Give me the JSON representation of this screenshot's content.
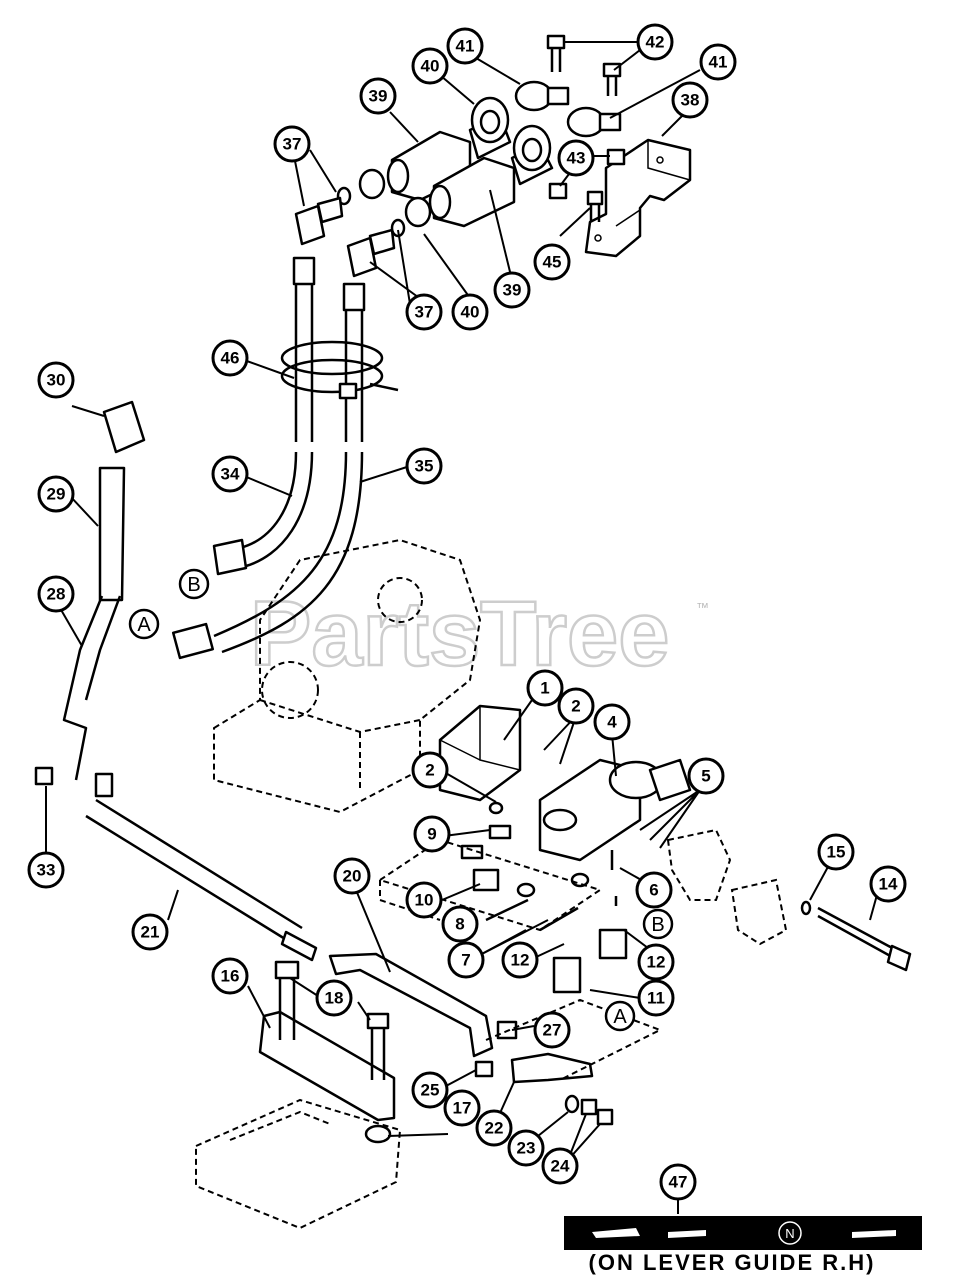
{
  "watermark": {
    "text": "PartsTree",
    "trademark": "™"
  },
  "callouts": [
    "1",
    "2",
    "4",
    "5",
    "6",
    "7",
    "8",
    "9",
    "10",
    "11",
    "12",
    "14",
    "15",
    "16",
    "17",
    "18",
    "20",
    "21",
    "22",
    "23",
    "24",
    "25",
    "27",
    "28",
    "29",
    "30",
    "33",
    "34",
    "35",
    "37",
    "38",
    "39",
    "40",
    "41",
    "42",
    "43",
    "45",
    "46",
    "47"
  ],
  "letters": {
    "a": "A",
    "b": "B"
  },
  "decal": {
    "neutral_symbol": "N",
    "caption": "(ON LEVER GUIDE R.H)"
  }
}
